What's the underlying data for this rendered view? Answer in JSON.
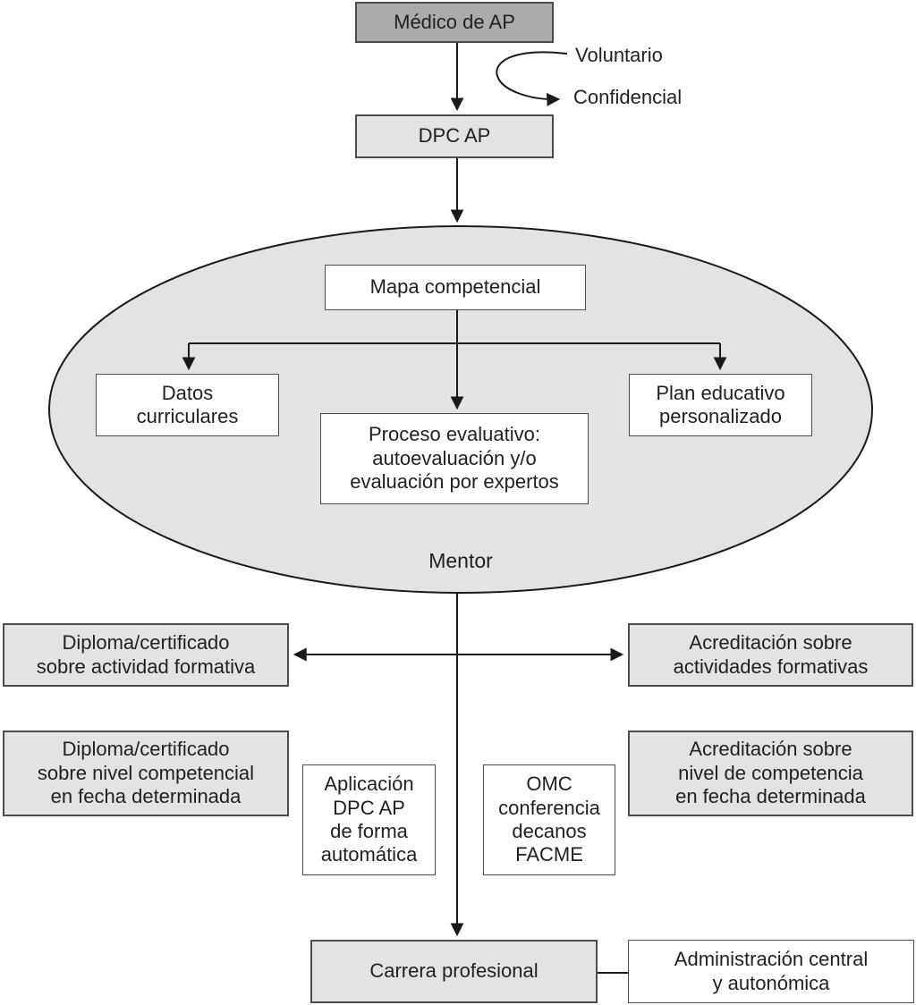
{
  "nodes": {
    "medico": "Médico de AP",
    "dpc": "DPC AP",
    "mapa": "Mapa competencial",
    "datos": "Datos\ncurriculares",
    "proceso": "Proceso evaluativo:\nautoevaluación y/o\nevaluación por expertos",
    "plan": "Plan educativo\npersonalizado",
    "mentor": "Mentor",
    "diploma_actividad": "Diploma/certificado\nsobre actividad formativa",
    "acreditacion_actividades": "Acreditación sobre\nactividades formativas",
    "diploma_nivel": "Diploma/certificado\nsobre nivel competencial\nen fecha determinada",
    "acreditacion_nivel": "Acreditación sobre\nnivel de competencia\nen fecha determinada",
    "aplicacion": "Aplicación\nDPC AP\nde forma\nautomática",
    "omc": "OMC\nconferencia\ndecanos\nFACME",
    "carrera": "Carrera profesional",
    "admin": "Administración central\ny autonómica"
  },
  "annotations": {
    "voluntario": "Voluntario",
    "confidencial": "Confidencial"
  },
  "colors": {
    "node_dark": "#ababab",
    "node_light": "#e3e3e3",
    "node_white": "#ffffff",
    "node_border": "#4d4d4d",
    "line": "#1a1a1a",
    "text": "#231f20"
  }
}
